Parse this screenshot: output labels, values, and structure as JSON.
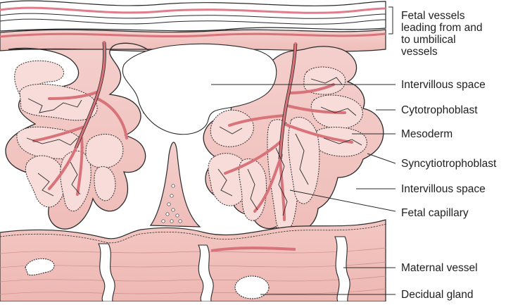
{
  "labels": {
    "fetal_vessels": "Fetal vessels\nleading from and\nto umbilical\nvessels",
    "intervillous_space_top": "Intervillous space",
    "cytotrophoblast": "Cytotrophoblast",
    "mesoderm": "Mesoderm",
    "syncytiotrophoblast": "Syncytiotrophoblast",
    "intervillous_space_bottom": "Intervillous space",
    "fetal_capillary": "Fetal capillary",
    "maternal_vessel": "Maternal vessel",
    "decidual_gland": "Decidual gland"
  },
  "colors": {
    "tissue_fill": "#f2c9c6",
    "tissue_dark": "#e8aaa6",
    "vessel_red": "#d9737a",
    "outline": "#2a2a2a",
    "chorionic_pink": "#e07d8c"
  }
}
